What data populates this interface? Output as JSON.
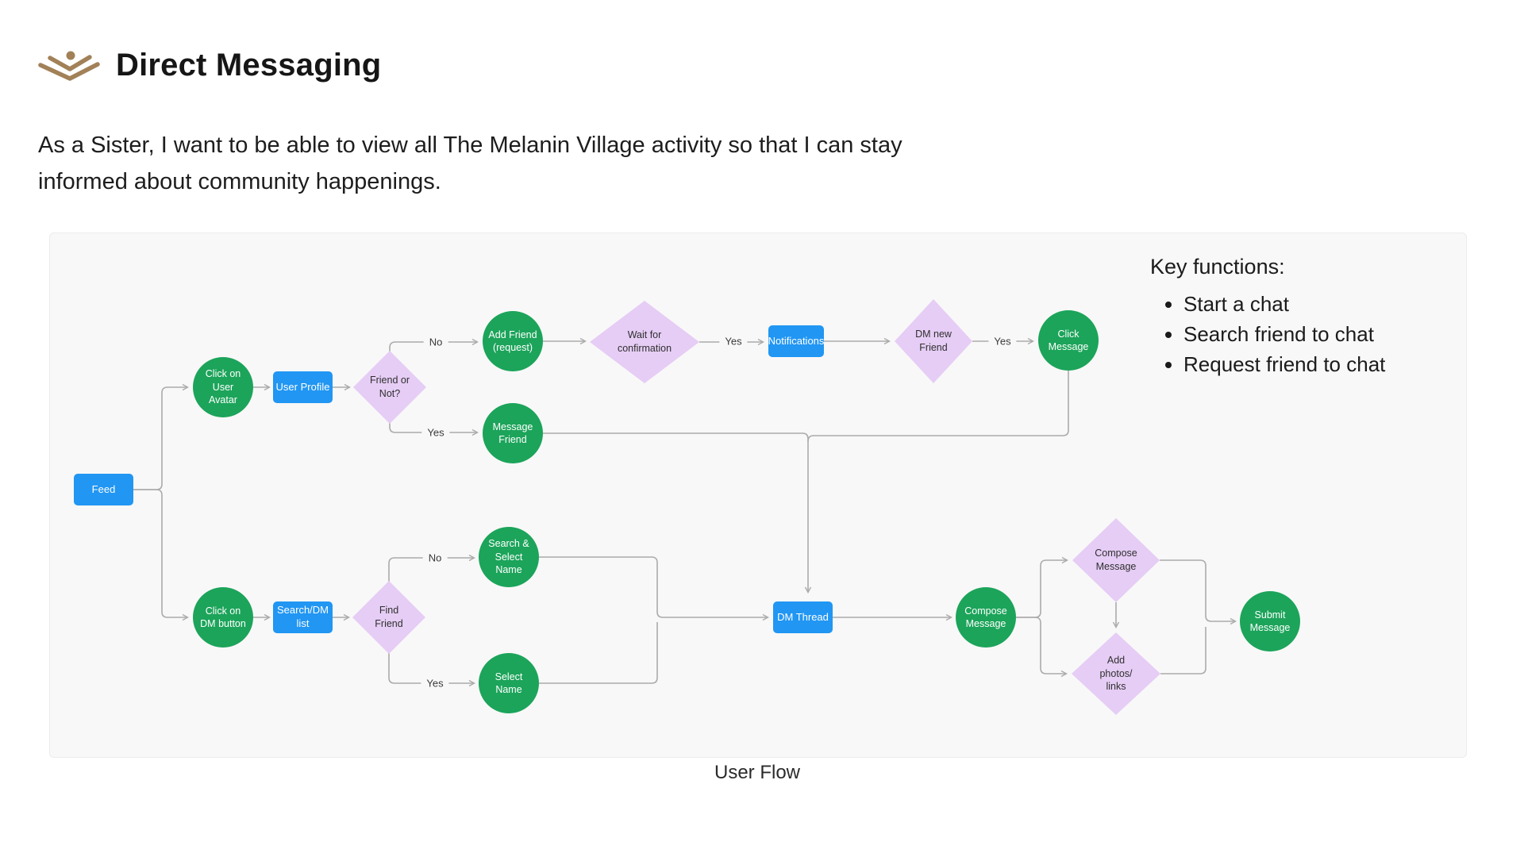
{
  "header": {
    "title": "Direct Messaging",
    "user_story": "As a Sister, I want to be able to view all The Melanin Village activity so that I can stay informed about community happenings."
  },
  "key_functions": {
    "heading": "Key functions:",
    "items": [
      "Start a chat",
      "Search friend to chat",
      "Request friend to chat"
    ]
  },
  "caption": "User Flow",
  "colors": {
    "accent_blue": "#2196F3",
    "accent_green": "#1CA45A",
    "accent_lavender": "#E6CDF5",
    "connector_gray": "#ABABAB",
    "logo_brown": "#A28158",
    "panel_bg": "#F8F8F8"
  },
  "flow": {
    "nodes": [
      {
        "id": "feed",
        "shape": "rect",
        "label": "Feed"
      },
      {
        "id": "click-user-avatar",
        "shape": "circle",
        "label": "Click on\nUser\nAvatar"
      },
      {
        "id": "user-profile",
        "shape": "rect",
        "label": "User Profile"
      },
      {
        "id": "friend-or-not",
        "shape": "diamond",
        "label": "Friend or\nNot?"
      },
      {
        "id": "add-friend-request",
        "shape": "circle",
        "label": "Add Friend\n(request)"
      },
      {
        "id": "wait-for-confirmation",
        "shape": "diamond",
        "label": "Wait for\nconfirmation"
      },
      {
        "id": "notifications",
        "shape": "rect",
        "label": "Notifications"
      },
      {
        "id": "dm-new-friend",
        "shape": "diamond",
        "label": "DM new\nFriend"
      },
      {
        "id": "click-message",
        "shape": "circle",
        "label": "Click\nMessage"
      },
      {
        "id": "message-friend",
        "shape": "circle",
        "label": "Message\nFriend"
      },
      {
        "id": "click-dm-button",
        "shape": "circle",
        "label": "Click on\nDM button"
      },
      {
        "id": "search-dm-list",
        "shape": "rect",
        "label": "Search/DM\nlist"
      },
      {
        "id": "find-friend",
        "shape": "diamond",
        "label": "Find\nFriend"
      },
      {
        "id": "search-select-name",
        "shape": "circle",
        "label": "Search &\nSelect\nName"
      },
      {
        "id": "select-name",
        "shape": "circle",
        "label": "Select\nName"
      },
      {
        "id": "dm-thread",
        "shape": "rect",
        "label": "DM Thread"
      },
      {
        "id": "compose-message-step",
        "shape": "circle",
        "label": "Compose\nMessage"
      },
      {
        "id": "compose-message-decision",
        "shape": "diamond",
        "label": "Compose\nMessage"
      },
      {
        "id": "add-photos-links",
        "shape": "diamond",
        "label": "Add\nphotos/\nlinks"
      },
      {
        "id": "submit-message",
        "shape": "circle",
        "label": "Submit\nMessage"
      }
    ],
    "edge_labels": [
      "No",
      "Yes",
      "Yes",
      "Yes",
      "No",
      "Yes"
    ],
    "edges": [
      {
        "from": "feed",
        "to": "click-user-avatar"
      },
      {
        "from": "feed",
        "to": "click-dm-button"
      },
      {
        "from": "click-user-avatar",
        "to": "user-profile"
      },
      {
        "from": "user-profile",
        "to": "friend-or-not"
      },
      {
        "from": "friend-or-not",
        "to": "add-friend-request",
        "label": "No"
      },
      {
        "from": "add-friend-request",
        "to": "wait-for-confirmation"
      },
      {
        "from": "wait-for-confirmation",
        "to": "notifications",
        "label": "Yes"
      },
      {
        "from": "notifications",
        "to": "dm-new-friend"
      },
      {
        "from": "dm-new-friend",
        "to": "click-message",
        "label": "Yes"
      },
      {
        "from": "friend-or-not",
        "to": "message-friend",
        "label": "Yes"
      },
      {
        "from": "message-friend",
        "to": "dm-thread"
      },
      {
        "from": "click-message",
        "to": "dm-thread"
      },
      {
        "from": "click-dm-button",
        "to": "search-dm-list"
      },
      {
        "from": "search-dm-list",
        "to": "find-friend"
      },
      {
        "from": "find-friend",
        "to": "search-select-name",
        "label": "No"
      },
      {
        "from": "find-friend",
        "to": "select-name",
        "label": "Yes"
      },
      {
        "from": "search-select-name",
        "to": "dm-thread"
      },
      {
        "from": "select-name",
        "to": "dm-thread"
      },
      {
        "from": "dm-thread",
        "to": "compose-message-step"
      },
      {
        "from": "compose-message-step",
        "to": "compose-message-decision"
      },
      {
        "from": "compose-message-step",
        "to": "add-photos-links"
      },
      {
        "from": "compose-message-decision",
        "to": "add-photos-links"
      },
      {
        "from": "compose-message-decision",
        "to": "submit-message"
      },
      {
        "from": "add-photos-links",
        "to": "submit-message"
      }
    ]
  }
}
